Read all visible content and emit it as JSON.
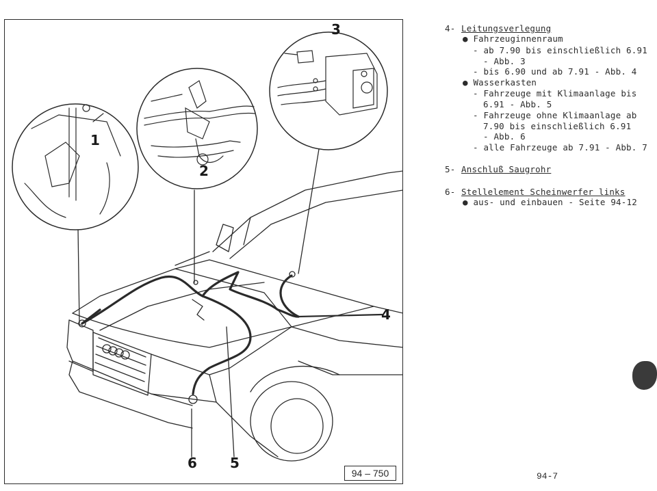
{
  "figure": {
    "label": "94 – 750",
    "callouts": {
      "c1": "1",
      "c2": "2",
      "c3": "3",
      "c4": "4",
      "c5": "5",
      "c6": "6"
    },
    "logo_text": "Audi rings"
  },
  "text": {
    "l1_num": "4- ",
    "l1_head": "Leitungsverlegung",
    "l2": "● Fahrzeuginnenraum",
    "l3": "- ab 7.90 bis einschließlich 6.91",
    "l4": "- Abb. 3",
    "l5": "- bis 6.90 und ab 7.91 - Abb. 4",
    "l6": "● Wasserkasten",
    "l7": "- Fahrzeuge mit Klimaanlage bis",
    "l8": "6.91 - Abb. 5",
    "l9": "- Fahrzeuge ohne Klimaanlage ab",
    "l10": "7.90 bis einschließlich 6.91",
    "l11": "- Abb. 6",
    "l12": "- alle Fahrzeuge ab 7.91 - Abb. 7",
    "l13_num": "5- ",
    "l13_head": "Anschluß Saugrohr",
    "l14_num": "6- ",
    "l14_head": "Stellelement Scheinwerfer links",
    "l15": "● aus- und einbauen - Seite 94-12"
  },
  "page_number": "94-7"
}
